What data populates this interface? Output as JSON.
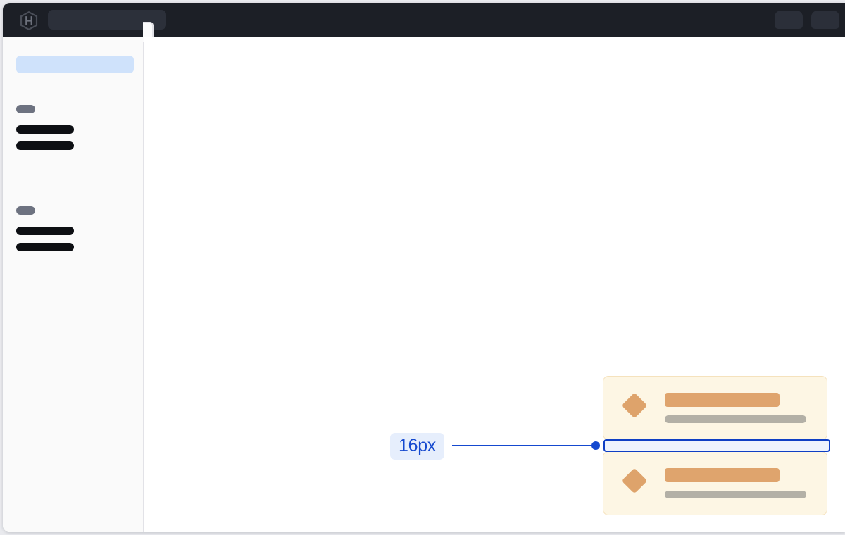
{
  "window": {
    "topbar": {
      "logo_icon": "hexagon-brand-logo-icon",
      "search_placeholder": "",
      "search_icon": "global-search-field",
      "right_skeletons": [
        {
          "name": "topbar-skeleton-1"
        },
        {
          "name": "topbar-skeleton-2"
        }
      ]
    },
    "sidebar": {
      "selected_item_label": "",
      "collapse_handle_icon": "sidebar-collapse-handle-icon",
      "groups": [
        {
          "label": "",
          "items": [
            {
              "label": ""
            },
            {
              "label": ""
            }
          ]
        },
        {
          "label": "",
          "items": [
            {
              "label": ""
            },
            {
              "label": ""
            }
          ]
        }
      ]
    },
    "main": {
      "cards": [
        {
          "icon": "diamond-icon",
          "title": "",
          "subtitle": ""
        },
        {
          "icon": "diamond-icon",
          "title": "",
          "subtitle": ""
        }
      ],
      "measurement": {
        "value_label": "16px",
        "orientation": "vertical-gap",
        "between": "skeleton-card-1 and skeleton-card-2"
      }
    }
  },
  "colors": {
    "topbar_background": "#1c1f26",
    "page_background": "#e9eaee",
    "window_background": "#ffffff",
    "sidebar_background": "#fafafa",
    "sidebar_divider": "#e2e2e7",
    "sidebar_selected": "#cfe2fb",
    "nav_label": "#6d7280",
    "nav_item": "#0d0f13",
    "card_background": "#fdf6e4",
    "card_border": "#f5e2bd",
    "card_accent": "#dea36b",
    "card_muted": "#b3b0a6",
    "measure_stroke": "#1549cf",
    "measure_fill": "#eef3fd",
    "measure_chip_background": "#e6eefc",
    "measure_text": "#1549cf"
  }
}
